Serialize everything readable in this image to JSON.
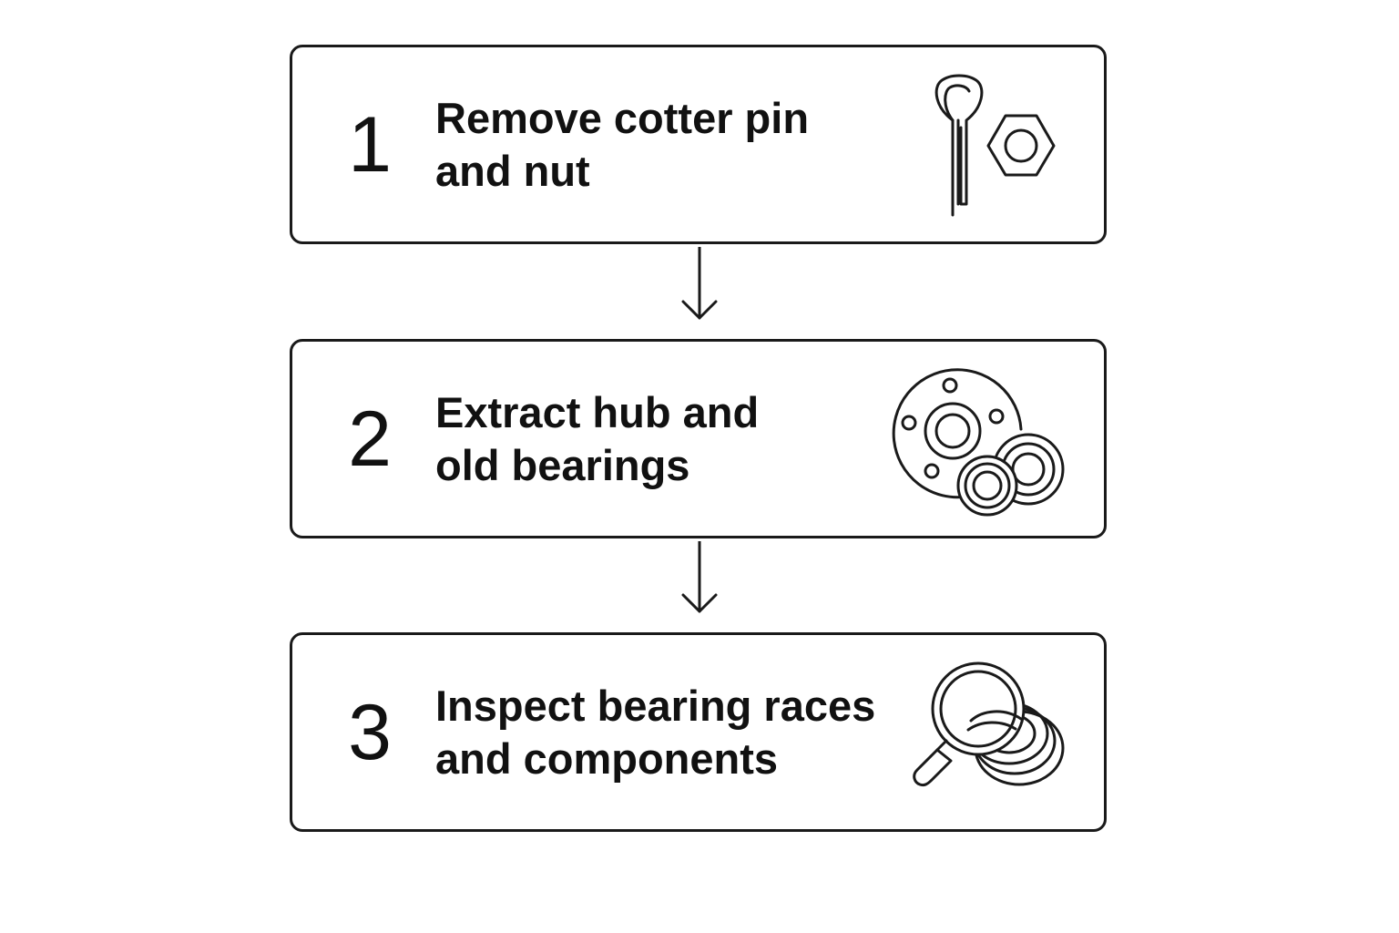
{
  "steps": [
    {
      "number": "1",
      "line1": "Remove cotter pin",
      "line2": "and nut",
      "icon": "cotter-pin-and-nut-icon"
    },
    {
      "number": "2",
      "line1": "Extract hub and",
      "line2": "old bearings",
      "icon": "hub-and-bearings-icon"
    },
    {
      "number": "3",
      "line1": "Inspect bearing races",
      "line2": "and components",
      "icon": "magnifier-inspect-races-icon"
    }
  ],
  "colors": {
    "stroke": "#1a1a1a",
    "background": "#ffffff",
    "text": "#111111"
  }
}
